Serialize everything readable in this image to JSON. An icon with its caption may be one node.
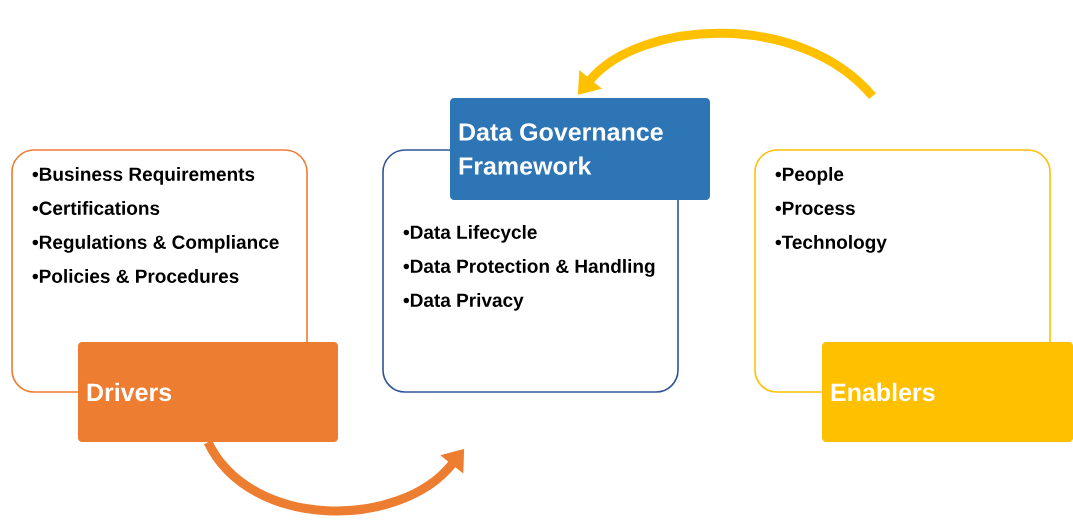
{
  "diagram": {
    "nodes": [
      {
        "text": [
          "•Business Requirements",
          "•Certifications",
          "•Regulations & Compliance",
          "•Policies & Procedures"
        ]
      },
      {
        "text": [
          "Drivers"
        ]
      },
      {
        "text": [
          "Data Governance Framework"
        ]
      },
      {
        "text": [
          "•Data Lifecycle",
          "•Data Protection & Handling",
          "•Data Privacy"
        ]
      },
      {
        "text": [
          "•People",
          "•Process",
          "•Technology"
        ]
      },
      {
        "text": [
          "Enablers"
        ]
      }
    ],
    "edges": [
      {
        "from": 1,
        "to": 3,
        "arrow": "to",
        "color": "#ed7d31"
      },
      {
        "from": 4,
        "to": 2,
        "arrow": "to",
        "color": "#ffc000"
      }
    ]
  }
}
